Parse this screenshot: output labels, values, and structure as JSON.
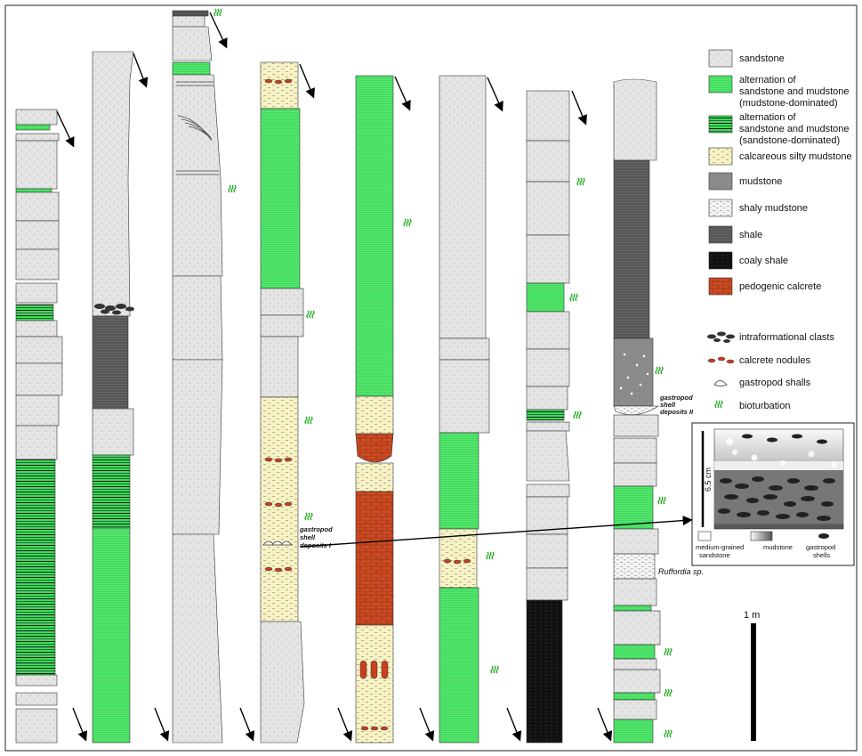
{
  "legend": {
    "lithology": [
      {
        "key": "sandstone",
        "label": [
          "sandstone"
        ],
        "pattern": "sand"
      },
      {
        "key": "alt-mud",
        "label": [
          "alternation of",
          "sandstone and mudstone",
          "(mudstone-dominated)"
        ],
        "pattern": "green"
      },
      {
        "key": "alt-sand",
        "label": [
          "alternation of",
          "sandstone and mudstone",
          "(sandstone-dominated)"
        ],
        "pattern": "greenlines"
      },
      {
        "key": "calc-silty",
        "label": [
          "calcareous silty mudstone"
        ],
        "pattern": "calc"
      },
      {
        "key": "mudstone",
        "label": [
          "mudstone"
        ],
        "pattern": "mud"
      },
      {
        "key": "shaly-mud",
        "label": [
          "shaly mudstone"
        ],
        "pattern": "shalymud"
      },
      {
        "key": "shale",
        "label": [
          "shale"
        ],
        "pattern": "shale"
      },
      {
        "key": "coaly",
        "label": [
          "coaly shale"
        ],
        "pattern": "coaly"
      },
      {
        "key": "pedo",
        "label": [
          "pedogenic calcrete"
        ],
        "pattern": "brick"
      }
    ],
    "symbols": [
      {
        "key": "clasts",
        "label": "intraformational clasts",
        "icon": "clasts-icon"
      },
      {
        "key": "nodules",
        "label": "calcrete nodules",
        "icon": "nodules-icon"
      },
      {
        "key": "gastropod",
        "label": "gastropod shalls",
        "icon": "gastropod-icon"
      },
      {
        "key": "bioturb",
        "label": "bioturbation",
        "icon": "bioturbation-icon"
      }
    ]
  },
  "annotations": {
    "deposits1": [
      "gastropod",
      "shell",
      "deposits I"
    ],
    "deposits2": [
      "gastropod",
      "shell",
      "deposits II"
    ],
    "ruffordia": "Ruffordia sp.",
    "scale_bar": "1 m"
  },
  "inset": {
    "height_label": "6.5 cm",
    "key": [
      "medium-grained",
      "sandstone",
      "mudstone",
      "gastropod",
      "shells"
    ]
  },
  "colors": {
    "sandstone": "#e4e4e4",
    "green": "#3ddc5a",
    "calcareous": "#f7f2c4",
    "mudstone": "#8a8a8a",
    "shale": "#5a5a5a",
    "coaly": "#111111",
    "calcrete": "#cc4a22",
    "bioturbation": "#22aa22"
  }
}
